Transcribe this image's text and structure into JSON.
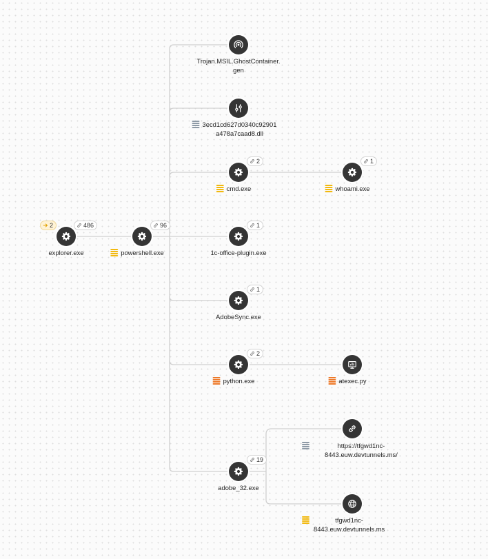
{
  "nodes": {
    "trojan": {
      "label_line1": "Trojan.MSIL.GhostContainer.",
      "label_line2": "gen",
      "icon": "radar-icon",
      "severity": null
    },
    "dll": {
      "label_line1": "3ecd1cd627d0340c92901",
      "label_line2": "a478a7caad8.dll",
      "icon": "sliders-icon",
      "severity": "gray"
    },
    "cmd": {
      "label": "cmd.exe",
      "icon": "gear-icon",
      "severity": "yellow",
      "badge": "2"
    },
    "whoami": {
      "label": "whoami.exe",
      "icon": "gear-icon",
      "severity": "yellow",
      "badge": "1"
    },
    "explorer": {
      "label": "explorer.exe",
      "icon": "gear-icon",
      "severity": null,
      "badge_in": "2",
      "badge": "486"
    },
    "powershell": {
      "label": "powershell.exe",
      "icon": "gear-icon",
      "severity": "yellow",
      "badge": "96"
    },
    "office": {
      "label": "1c-office-plugin.exe",
      "icon": "gear-icon",
      "severity": null,
      "badge": "1"
    },
    "adobesync": {
      "label": "AdobeSync.exe",
      "icon": "gear-icon",
      "severity": null,
      "badge": "1"
    },
    "python": {
      "label": "python.exe",
      "icon": "gear-icon",
      "severity": "orange",
      "badge": "2"
    },
    "atexec": {
      "label": "atexec.py",
      "icon": "monitor-icon",
      "severity": "orange"
    },
    "adobe32": {
      "label": "adobe_32.exe",
      "icon": "gear-icon",
      "severity": null,
      "badge": "19"
    },
    "url": {
      "label_line1": "https://tfgwd1nc-",
      "label_line2": "8443.euw.devtunnels.ms/",
      "icon": "link-icon",
      "severity": "gray"
    },
    "domain": {
      "label_line1": "tfgwd1nc-",
      "label_line2": "8443.euw.devtunnels.ms",
      "icon": "globe-icon",
      "severity": "yellow"
    }
  },
  "colors": {
    "node_fill": "#353535",
    "edge": "#cfcfcf",
    "severity_yellow": "#f2b90f",
    "severity_orange": "#ee7a2a",
    "severity_gray": "#8e9aa6",
    "incoming_badge_bg": "#fff3d6"
  }
}
